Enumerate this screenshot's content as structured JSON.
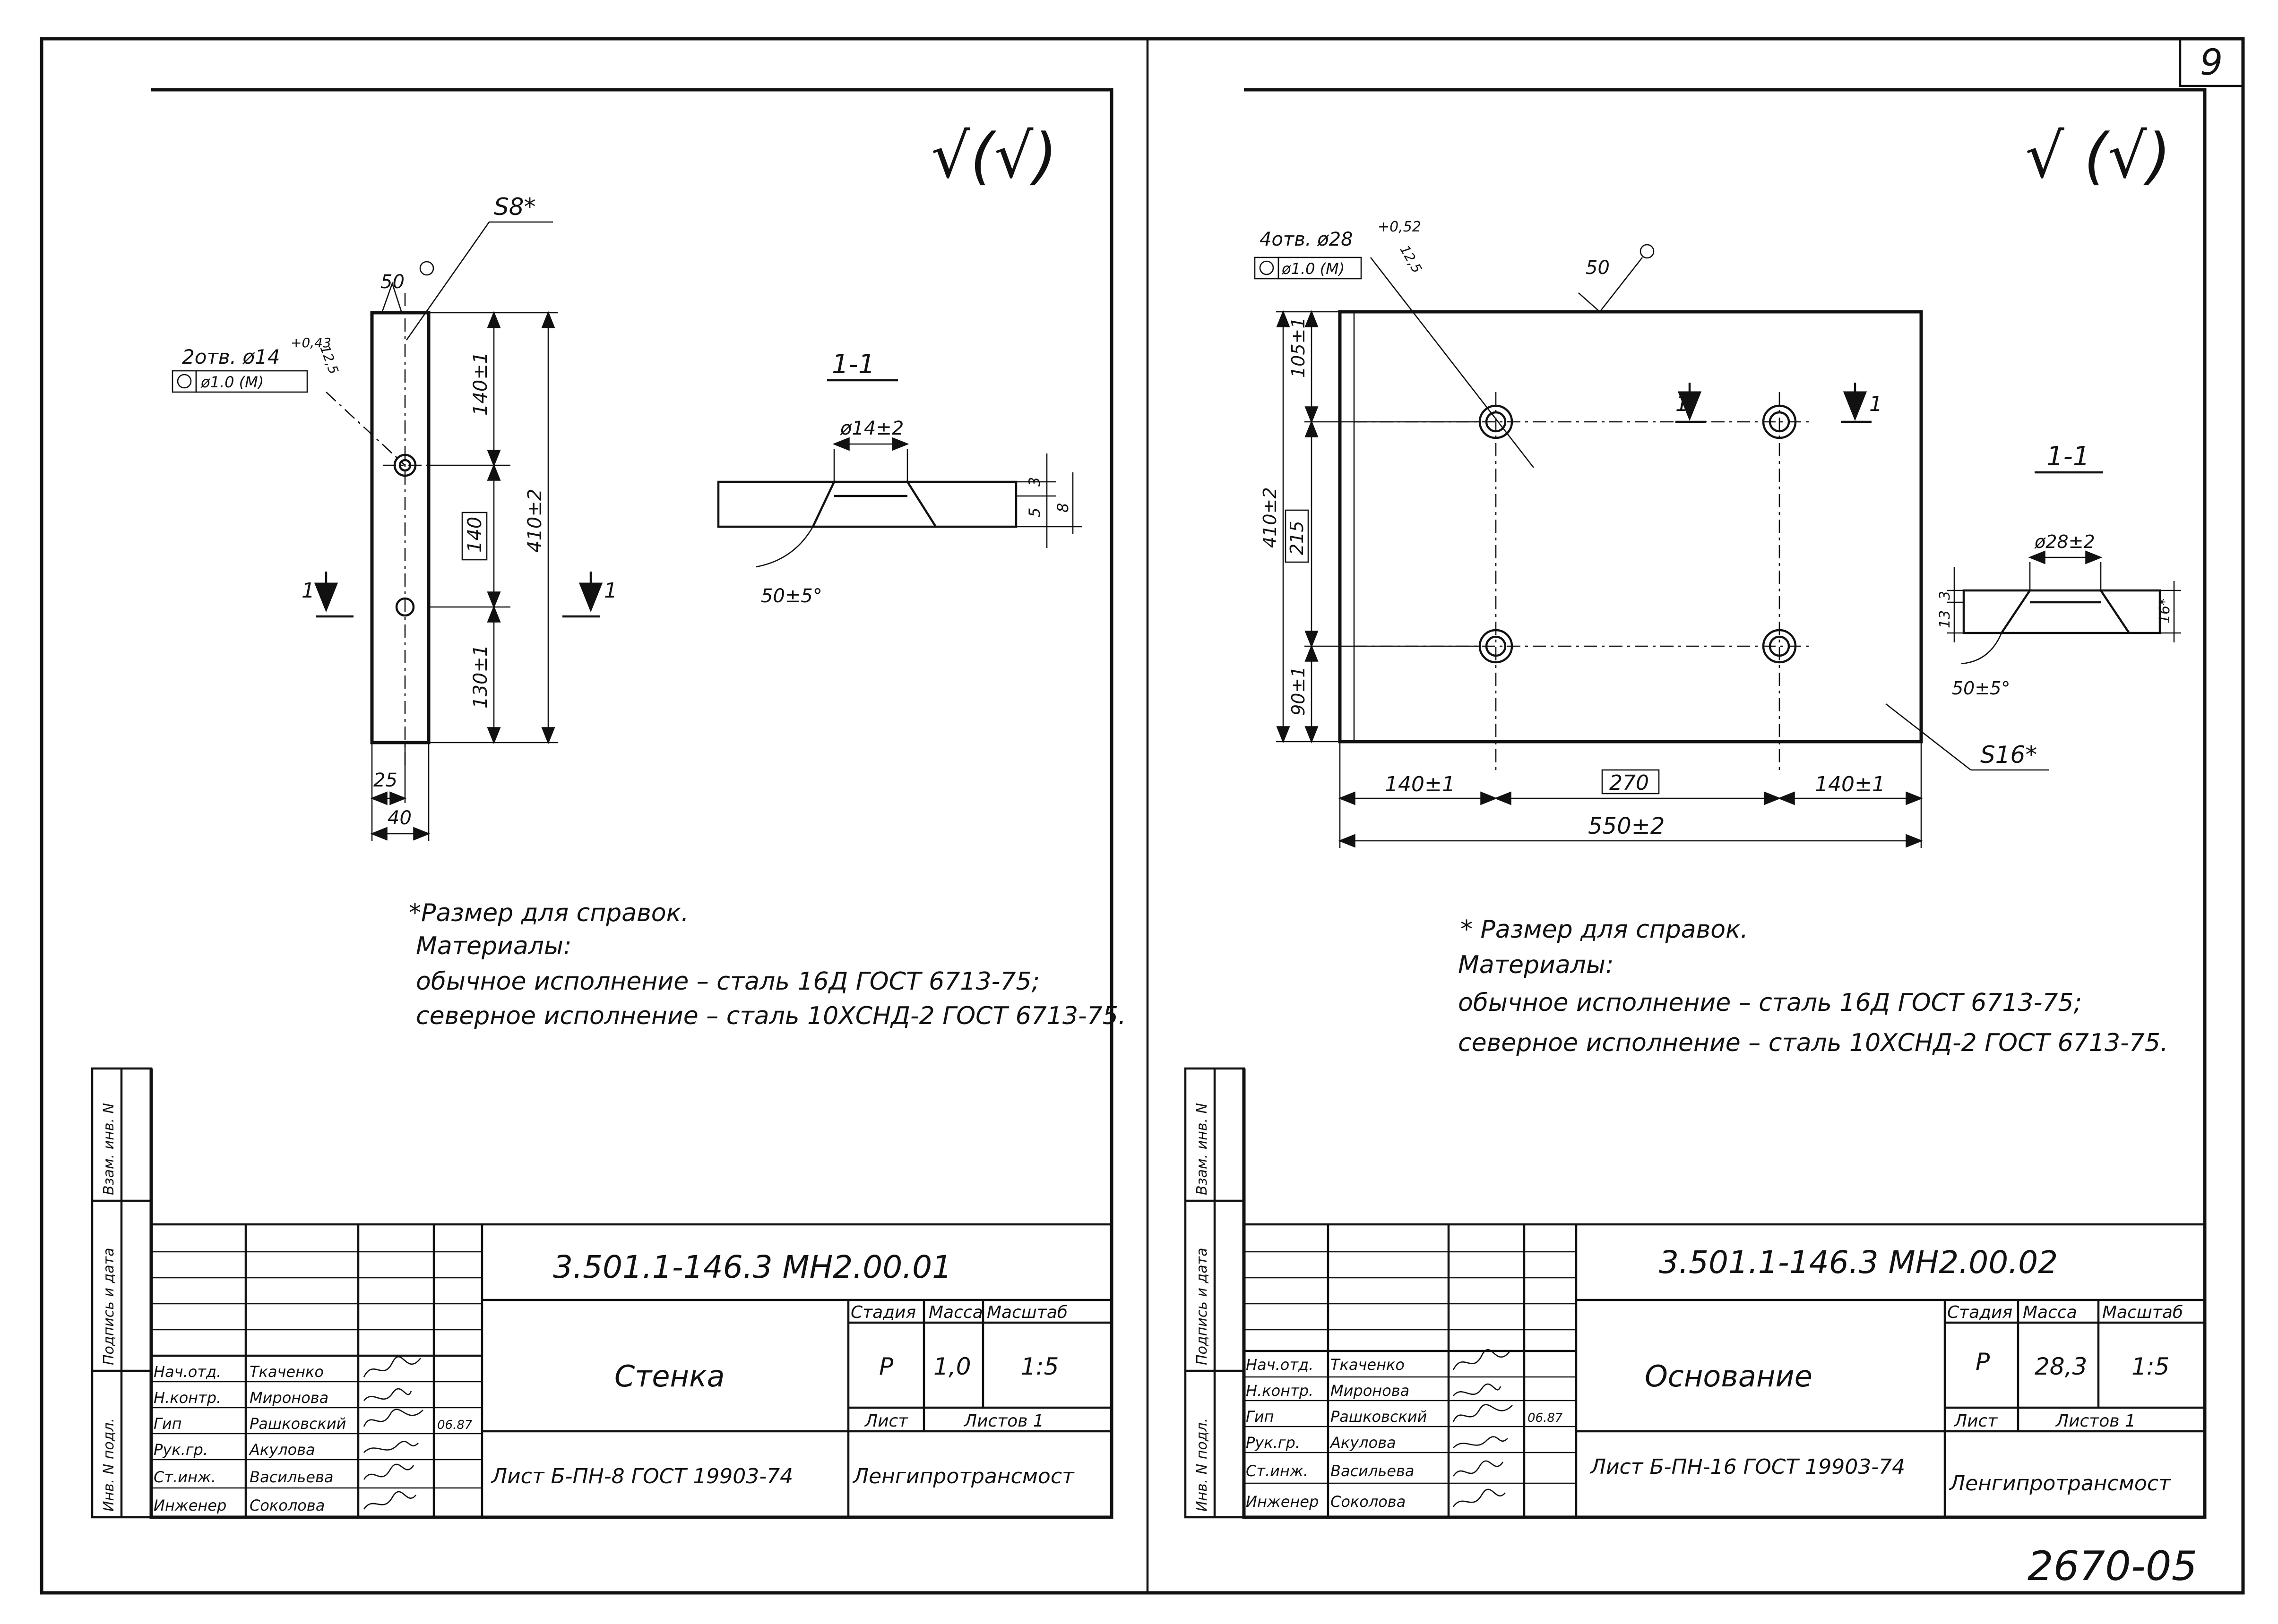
{
  "page_number": "9",
  "doc_number": "2670-05",
  "side_labels": [
    "Инв. N подл.",
    "Подпись и дата",
    "Взам. инв. N"
  ],
  "sheets": [
    {
      "roughness": "√(√)",
      "part": {
        "title": "1-1",
        "surface_note": "S8*",
        "hole_spec": "2отв. ø14",
        "hole_tol": "+0,43",
        "hole_rough": "12,5",
        "position_tol": "ø1.0 (M)",
        "rough_mark": "50",
        "dims": {
          "d1": "140±1",
          "d2": "140",
          "d3": "410±2",
          "d4": "130±1",
          "d5": "25",
          "d6": "40"
        },
        "section": {
          "hole": "ø14±2",
          "angle": "50±5°",
          "t1": "3",
          "t2": "5",
          "t3": "8"
        },
        "section_marks": [
          "1",
          "1"
        ]
      },
      "notes": [
        "*Размер для справок.",
        "Материалы:",
        "обычное исполнение – сталь 16Д ГОСТ 6713-75;",
        "северное исполнение – сталь 10ХСНД-2 ГОСТ 6713-75."
      ],
      "title_block": {
        "designation": "3.501.1-146.3     МН2.00.01",
        "name": "Стенка",
        "stage_label": "Стадия",
        "mass_label": "Масса",
        "scale_label": "Масштаб",
        "stage": "Р",
        "mass": "1,0",
        "scale": "1:5",
        "sheet_label": "Лист",
        "sheets_label": "Листов 1",
        "material": "Лист Б-ПН-8  ГОСТ 19903-74",
        "org": "Ленгипротрансмост",
        "date": "06.87",
        "staff": [
          {
            "role": "Нач.отд.",
            "name": "Ткаченко"
          },
          {
            "role": "Н.контр.",
            "name": "Миронова"
          },
          {
            "role": "Гип",
            "name": "Рашковский"
          },
          {
            "role": "Рук.гр.",
            "name": "Акулова"
          },
          {
            "role": "Ст.инж.",
            "name": "Васильева"
          },
          {
            "role": "Инженер",
            "name": "Соколова"
          }
        ]
      }
    },
    {
      "roughness": "√ (√)",
      "part": {
        "title": "1-1",
        "surface_note": "S16*",
        "hole_spec": "4отв. ø28",
        "hole_tol": "+0,52",
        "hole_rough": "12,5",
        "position_tol": "ø1.0 (M)",
        "rough_mark": "50",
        "dims": {
          "d1": "105±1",
          "d2": "215",
          "d3": "410±2",
          "d4": "90±1",
          "d5": "140±1",
          "d6": "270",
          "d7": "140±1",
          "d8": "550±2"
        },
        "section": {
          "hole": "ø28±2",
          "angle": "50±5°",
          "t1": "3",
          "t2": "13",
          "t3": "16*"
        },
        "section_marks": [
          "1",
          "1"
        ]
      },
      "notes": [
        "* Размер для справок.",
        "Материалы:",
        "обычное исполнение – сталь 16Д ГОСТ 6713-75;",
        "северное исполнение – сталь 10ХСНД-2 ГОСТ 6713-75."
      ],
      "title_block": {
        "designation": "3.501.1-146.3     МН2.00.02",
        "name": "Основание",
        "stage_label": "Стадия",
        "mass_label": "Масса",
        "scale_label": "Масштаб",
        "stage": "Р",
        "mass": "28,3",
        "scale": "1:5",
        "sheet_label": "Лист",
        "sheets_label": "Листов 1",
        "material": "Лист Б-ПН-16 ГОСТ 19903-74",
        "org": "Ленгипротрансмост",
        "date": "06.87",
        "staff": [
          {
            "role": "Нач.отд.",
            "name": "Ткаченко"
          },
          {
            "role": "Н.контр.",
            "name": "Миронова"
          },
          {
            "role": "Гип",
            "name": "Рашковский"
          },
          {
            "role": "Рук.гр.",
            "name": "Акулова"
          },
          {
            "role": "Ст.инж.",
            "name": "Васильева"
          },
          {
            "role": "Инженер",
            "name": "Соколова"
          }
        ]
      }
    }
  ]
}
